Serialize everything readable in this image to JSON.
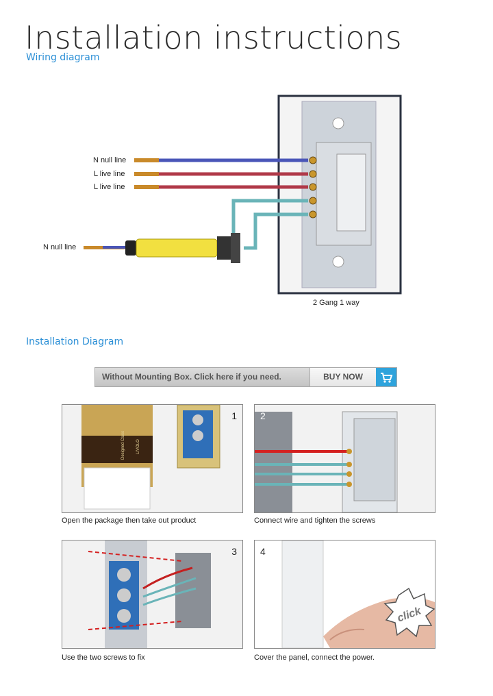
{
  "header": {
    "title": "Installation instructions",
    "wiring_subtitle": "Wiring diagram",
    "install_subtitle": "Installation Diagram"
  },
  "wiring": {
    "labels": [
      "N null line",
      "L live line",
      "L live line",
      "N null line"
    ],
    "switch_caption": "2 Gang 1 way",
    "wire_colors": {
      "blue": "#4a56b8",
      "red": "#b03848",
      "cyan": "#6ab4b8",
      "yellow": "#f2e040"
    }
  },
  "buy_banner": {
    "text": "Without Mounting Box. Click here if you need.",
    "button": "BUY NOW",
    "icon": "cart-icon"
  },
  "steps": [
    {
      "number": "1",
      "caption": "Open the package then take out product"
    },
    {
      "number": "2",
      "caption": "Connect wire and tighten the screws"
    },
    {
      "number": "3",
      "caption": "Use the two screws to fix"
    },
    {
      "number": "4",
      "caption": "Cover the panel, connect the power."
    }
  ],
  "step1_box": {
    "brand_top": "LIVOLO",
    "brand_left": "Designed Class"
  },
  "step4_badge": "click"
}
